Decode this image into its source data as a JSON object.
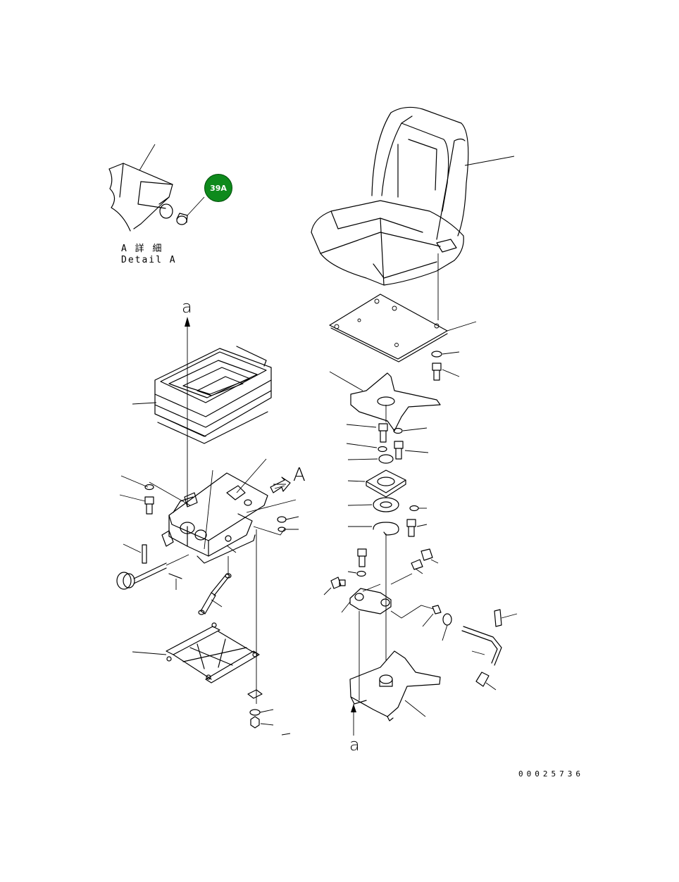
{
  "diagram": {
    "detail_label_jp": "A 詳 細",
    "detail_label_en": "Detail A",
    "callout_badge": "39A",
    "view_marker": "A",
    "link_marker_top": "a",
    "link_marker_bottom": "a",
    "drawing_number": "00025736"
  },
  "colors": {
    "badge_fill": "#0e8a1c",
    "line": "#000000",
    "background": "#ffffff"
  }
}
